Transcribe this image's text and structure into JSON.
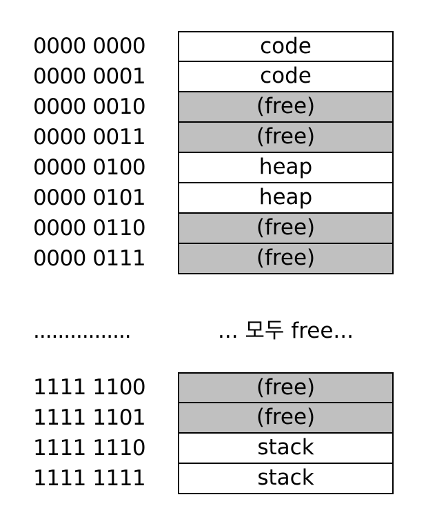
{
  "colors": {
    "used": "#ffffff",
    "free": "#c0c0c0",
    "border": "#000000"
  },
  "top_block": [
    {
      "address": "0000 0000",
      "content": "code",
      "state": "used"
    },
    {
      "address": "0000 0001",
      "content": "code",
      "state": "used"
    },
    {
      "address": "0000 0010",
      "content": "(free)",
      "state": "free"
    },
    {
      "address": "0000 0011",
      "content": "(free)",
      "state": "free"
    },
    {
      "address": "0000 0100",
      "content": "heap",
      "state": "used"
    },
    {
      "address": "0000 0101",
      "content": "heap",
      "state": "used"
    },
    {
      "address": "0000 0110",
      "content": "(free)",
      "state": "free"
    },
    {
      "address": "0000 0111",
      "content": "(free)",
      "state": "free"
    }
  ],
  "gap": {
    "left_text": "................",
    "right_text": "... 모두 free..."
  },
  "bottom_block": [
    {
      "address": "1111 1100",
      "content": "(free)",
      "state": "free"
    },
    {
      "address": "1111 1101",
      "content": "(free)",
      "state": "free"
    },
    {
      "address": "1111 1110",
      "content": "stack",
      "state": "used"
    },
    {
      "address": "1111 1111",
      "content": "stack",
      "state": "used"
    }
  ]
}
